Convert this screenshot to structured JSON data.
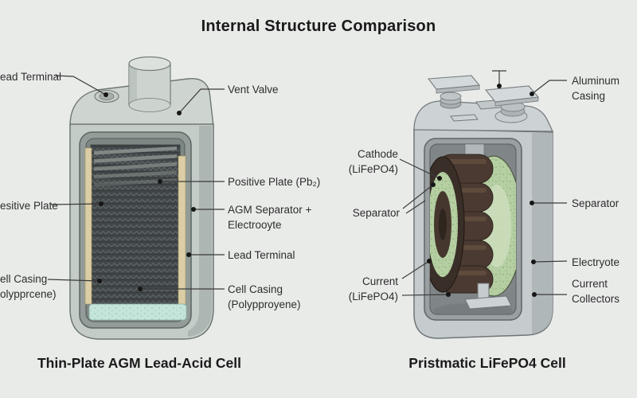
{
  "title": "Internal Structure Comparison",
  "left_cell": {
    "caption": "Thin-Plate AGM Lead-Acid Cell",
    "labels": {
      "lead_terminal_left": "ead Terminal",
      "positive_plate_left": "esitive Plate",
      "cell_casing_left_1": "ell Casing",
      "cell_casing_left_2": "olypprcene)",
      "vent_valve": "Vent Valve",
      "positive_plate": "Positive Plate (Pb₂)",
      "agm_separator_1": "AGM Separator +",
      "agm_separator_2": "Electrooyte",
      "lead_terminal": "Lead Terminal",
      "cell_casing_1": "Cell Casing",
      "cell_casing_2": "(Polypproyene)"
    }
  },
  "right_cell": {
    "caption": "Pristmatic LiFePO4 Cell",
    "labels": {
      "aluminum_casing_1": "Aluminum",
      "aluminum_casing_2": "Casing",
      "cathode_1": "Cathode",
      "cathode_2": "(LiFePO4)",
      "separator_left": "Separator",
      "current_1": "Current",
      "current_2": "(LiFePO4)",
      "separator_right": "Separator",
      "electrolyte": "Electryote",
      "current_collectors_1": "Current",
      "current_collectors_2": "Collectors"
    }
  },
  "colors": {
    "background": "#e9ebe9",
    "title_text": "#1a1a1a",
    "label_text": "#2d2d2d",
    "leader_line": "#3b3b3b",
    "agm_case": "#c6cdc9",
    "agm_plates": "#45494b",
    "agm_separator_tan": "#dbcda5",
    "agm_electrolyte_teal": "#c5e4da",
    "lifepo4_case": "#c6cccd",
    "lifepo4_separator_green": "#b5cfa2",
    "lifepo4_electrode_brown": "#4b3a31"
  }
}
